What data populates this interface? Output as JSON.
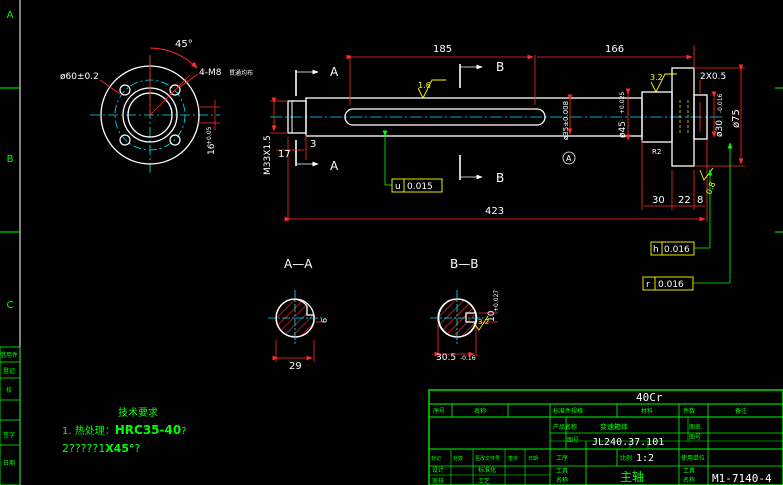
{
  "colors": {
    "background": "#000000",
    "outline": "#ffffff",
    "dimension": "#ff2a2a",
    "center_line": "#00e5ff",
    "annotation": "#00ff00",
    "title_block": "#00ff00",
    "label_white": "#e8e8e8",
    "tolerance_frame": "#ffff00"
  },
  "border": {
    "zones": [
      "A",
      "B",
      "C"
    ]
  },
  "views": {
    "flange": {
      "angle": "45°",
      "bolt_circle": "ø60±0.2",
      "holes": "4-M8",
      "holes_note": "贯通均布",
      "dim_16": "16",
      "dim_16_tol": "+0.05"
    },
    "main": {
      "dim_185": "185",
      "dim_166": "166",
      "dim_423": "423",
      "dim_17": "17",
      "dim_3": "3",
      "dim_30": "30",
      "dim_22": "22",
      "dim_8": "8",
      "chamfer": "2X0.5",
      "thread": "M33X1.5",
      "dia_35": "ø35±0.008",
      "dia_45": "ø45",
      "dia_45_tol": "+0.025",
      "dia_30": "ø30",
      "dia_30_tol": "-0.016",
      "dia_75": "ø75",
      "radius": "R2",
      "rough_1": "1.6",
      "rough_2": "3.2",
      "rough_3": "0.8",
      "section_a": "A",
      "section_b": "B",
      "datum": "A",
      "tol_u": "u",
      "tol_u_val": "0.015",
      "tol_h": "h",
      "tol_h_val": "0.016",
      "tol_r": "r",
      "tol_r_val": "0.016"
    },
    "section_aa": {
      "label": "A—A",
      "dim_29": "29",
      "dim_6": "6"
    },
    "section_bb": {
      "label": "B—B",
      "dim_30_5": "30.5",
      "dim_30_5_tol": "-0.16",
      "dim_10": "10",
      "dim_10_tol": "+0.027",
      "rough": "3.2"
    }
  },
  "left_strip": {
    "labels": [
      "借用件",
      "登记",
      "校",
      "签字",
      "日期"
    ]
  },
  "tech_req": {
    "title": "技术要求",
    "line1_prefix": "1. 热处理：",
    "line1_value": "HRC35-40",
    "line1_suffix": "?",
    "line2_prefix": "2?????1",
    "line2_value": "X45°",
    "line2_suffix": "?"
  },
  "title_block": {
    "material": "40Cr",
    "hdr_seq": "序号",
    "hdr_name": "名称",
    "hdr_std": "标准件规格",
    "hdr_mat": "材料",
    "hdr_qty": "件数",
    "hdr_note": "备注",
    "product_name_lbl": "产品名称",
    "product_name": "变速箱体",
    "drawing_no_lbl": "图号",
    "drawing_no": "JL240.37.101",
    "scale_lbl": "比例",
    "scale": "1:2",
    "use_lbl": "使用单位",
    "process_lbl": "工序",
    "part_name_lbl": "名称",
    "part_name": "主轴",
    "draw_name_lbl": "图名",
    "draw_no_lbl": "图号",
    "rev_lbl": "标记",
    "rev_count_lbl": "处数",
    "rev_file_lbl": "更改文件号",
    "sign_lbl": "签字",
    "date_lbl": "日期",
    "design_lbl": "设计",
    "std_lbl": "标准化",
    "check_lbl": "审核",
    "process2_lbl": "工艺",
    "tool_lbl": "工具",
    "tool_name_lbl": "名称",
    "part_no": "M1-7140-4"
  }
}
